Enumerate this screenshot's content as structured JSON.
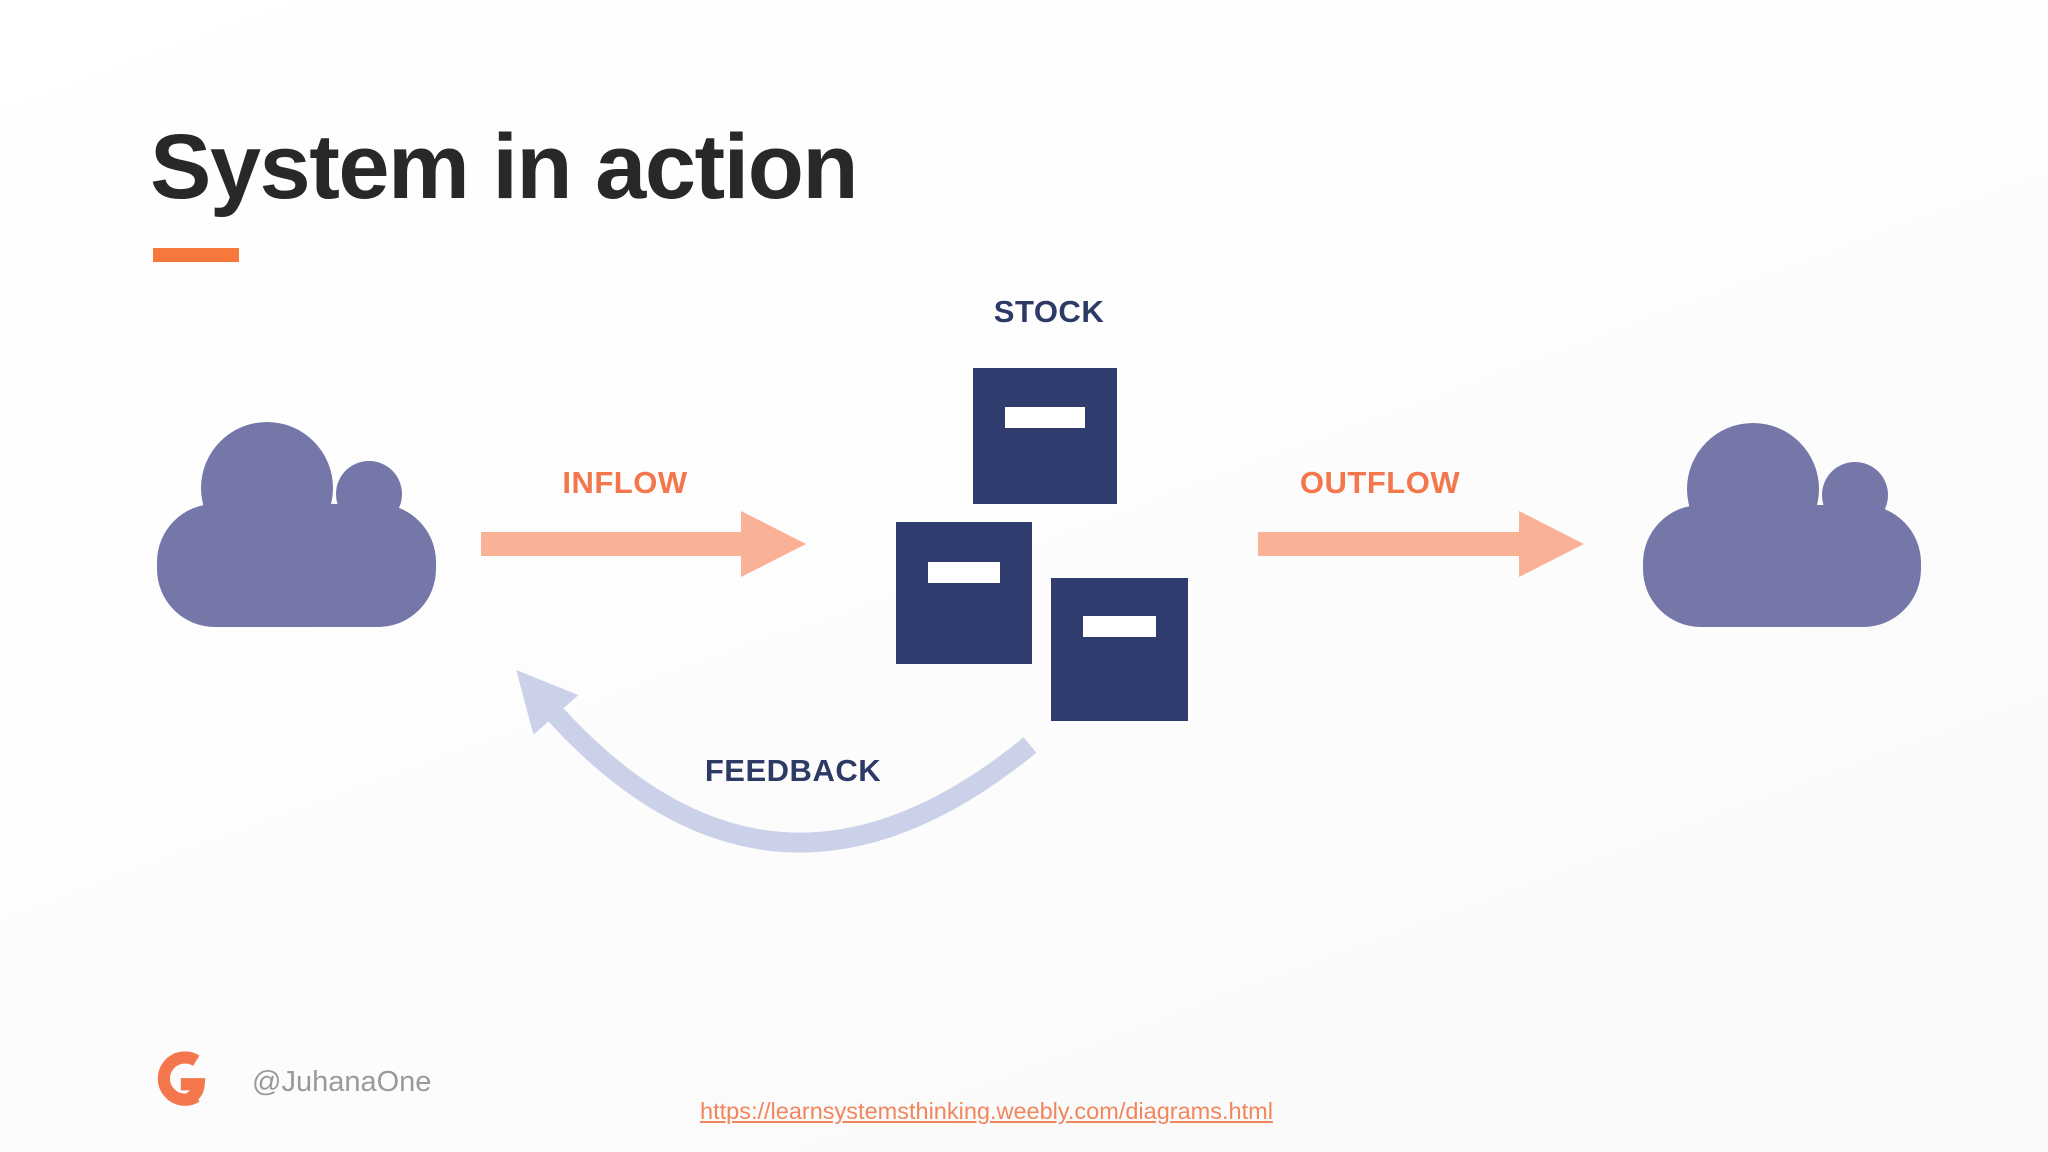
{
  "slide": {
    "title": "System in action",
    "diagram": {
      "stock_label": "STOCK",
      "inflow_label": "INFLOW",
      "outflow_label": "OUTFLOW",
      "feedback_label": "FEEDBACK",
      "stock_box_count": 3,
      "source_node": "cloud",
      "sink_node": "cloud"
    },
    "footer": {
      "handle": "@JuhanaOne",
      "link_text": "https://learnsystemsthinking.weebly.com/diagrams.html",
      "logo_letter": "G"
    },
    "icons": [
      "cloud-source-icon",
      "cloud-sink-icon",
      "stock-box-icon",
      "inflow-arrow-icon",
      "outflow-arrow-icon",
      "feedback-arrow-icon",
      "g-logo-icon"
    ],
    "colors": {
      "accent_orange": "#F6793B",
      "flow_label_orange": "#F4764C",
      "arrow_peach": "#F9B296",
      "cloud_purple": "#7477A8",
      "navy": "#303C6E",
      "label_navy": "#2E3A66",
      "feedback_lavender": "#CBD1E8",
      "title_charcoal": "#282828",
      "handle_gray": "#9A9A9A",
      "link_orange": "#F1855C",
      "background": "#FDFDFD"
    }
  }
}
